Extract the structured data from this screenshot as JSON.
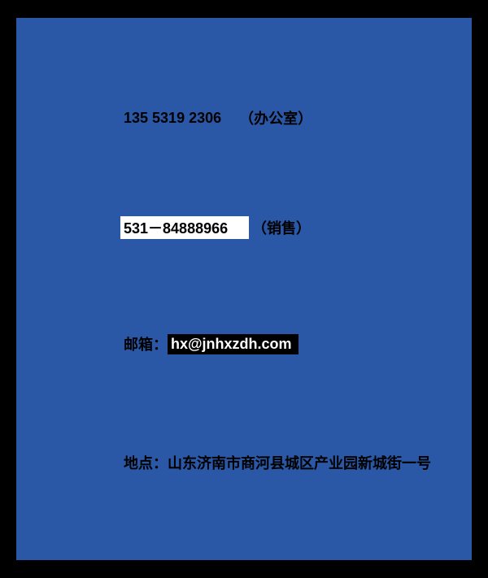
{
  "page": {
    "frame_color": "#000000",
    "background_color": "#2A58A6",
    "text_color": "#000000",
    "highlight_box_color": "#FFFFFF",
    "email_highlight_bg": "#000000",
    "email_highlight_text": "#FFFFFF"
  },
  "contact": {
    "office_phone": "135 5319 2306",
    "office_label": "（办公室）",
    "sales_phone": "531－84888966",
    "sales_label": "（销售）",
    "email_label": "邮箱：",
    "email_value": "hx@jnhxzdh.com",
    "address": "地点：山东济南市商河县城区产业园新城街一号"
  }
}
